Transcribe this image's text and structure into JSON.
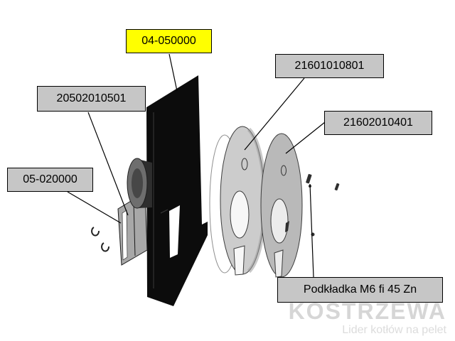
{
  "diagram": {
    "type": "exploded-parts-diagram",
    "highlighted_label": "04-050000",
    "part_labels": {
      "p1": "04-050000",
      "p2": "21601010801",
      "p3": "20502010501",
      "p4": "21602010401",
      "p5": "05-020000",
      "p6": "Podkładka M6 fi 45 Zn"
    },
    "colors": {
      "highlight_bg": "#ffff00",
      "label_bg": "#c6c6c6",
      "label_border": "#000000",
      "watermark_text": "#d6d6d6"
    }
  },
  "watermark": {
    "brand": "KOSTRZEWA",
    "tagline": "Lider kotłów na pelet"
  }
}
